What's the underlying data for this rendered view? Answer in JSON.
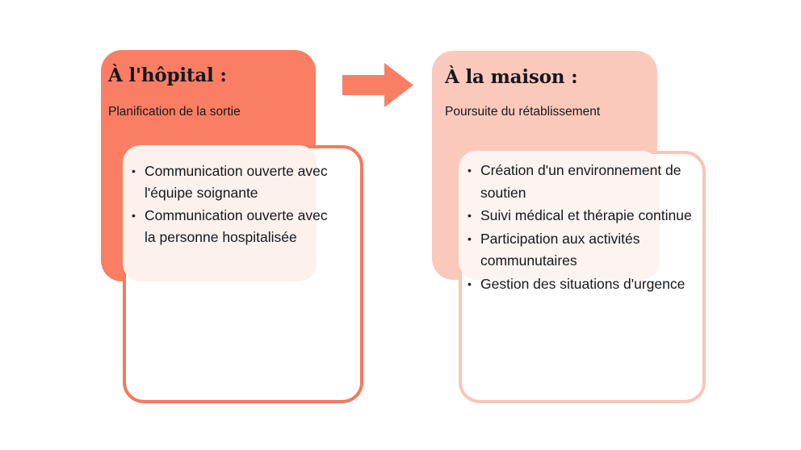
{
  "colors": {
    "coral": "#FA7E63",
    "coral_border": "#F37A5E",
    "pink": "#FBC9BB",
    "pink_border": "#FAC5B6",
    "inner_panel_left": "#FDF1EE",
    "inner_panel_right": "#FDF3F0",
    "text": "#16181D",
    "background": "#FFFFFF"
  },
  "arrow": {
    "icon": "arrow-right-icon",
    "color": "#FA7E63",
    "direction": "right"
  },
  "columns": [
    {
      "id": "hospital",
      "title": "À l'hôpital :",
      "subtitle": "Planification de la sortie",
      "bullets": [
        "Communication ouverte avec l'équipe soignante",
        "Communication ouverte avec la personne hospitalisée"
      ]
    },
    {
      "id": "maison",
      "title": "À la maison :",
      "subtitle": "Poursuite du rétablissement",
      "bullets": [
        "Création d'un environnement de soutien",
        "Suivi médical et thérapie continue",
        "Participation aux activités communutaires",
        "Gestion des situations d'urgence"
      ]
    }
  ]
}
